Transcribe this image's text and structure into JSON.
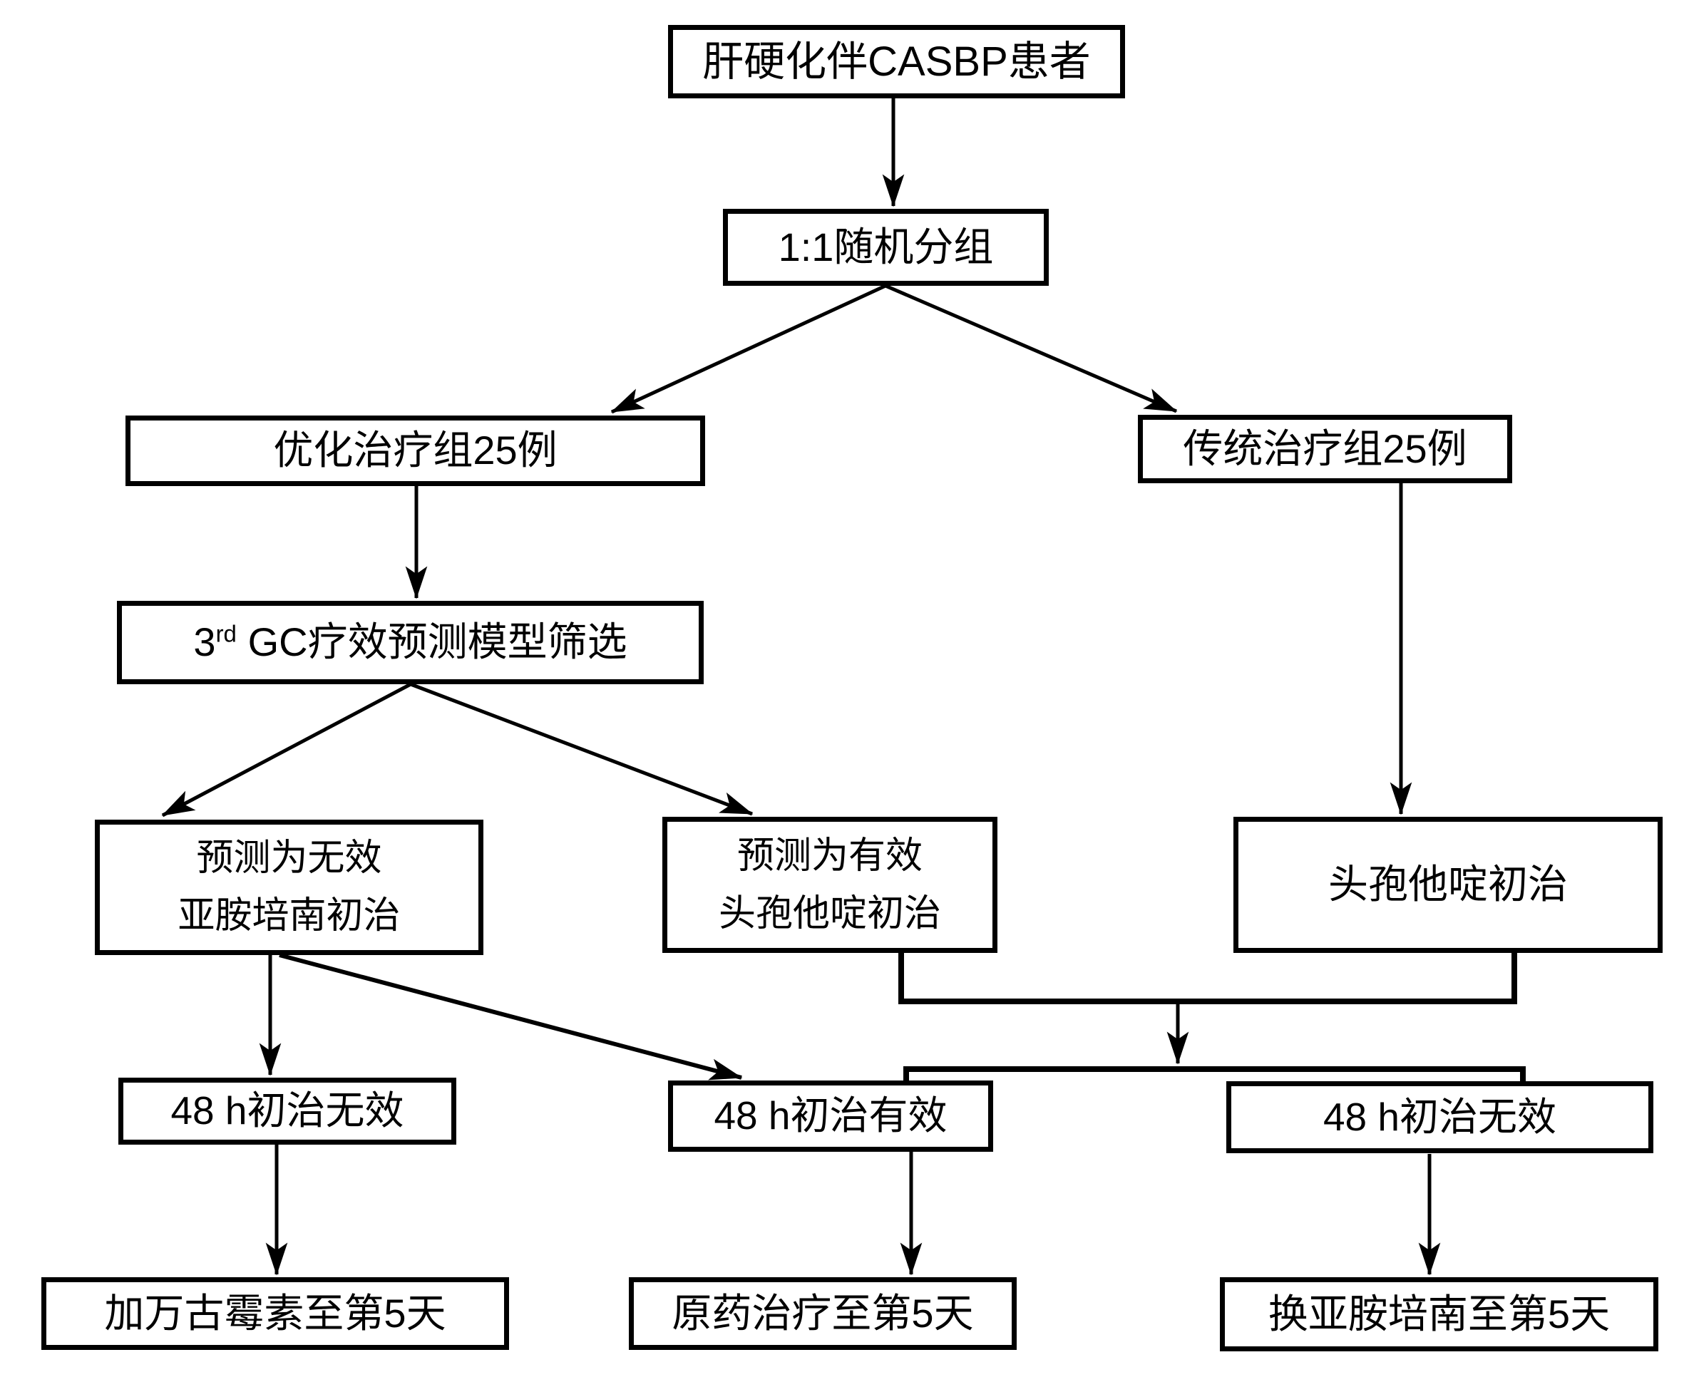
{
  "nodes": {
    "patients": "肝硬化伴CASBP患者",
    "randomize": "1:1随机分组",
    "optimized_group": "优化治疗组25例",
    "traditional_group": "传统治疗组25例",
    "model_prefix": "3",
    "model_sup": "rd",
    "model_rest": "GC疗效预测模型筛选",
    "pred_ineffective_line1": "预测为无效",
    "pred_ineffective_line2": "亚胺培南初治",
    "pred_effective_line1": "预测为有效",
    "pred_effective_line2": "头孢他啶初治",
    "ceftazidime_initial": "头孢他啶初治",
    "h48_ineffective_left": "48 h初治无效",
    "h48_effective": "48 h初治有效",
    "h48_ineffective_right": "48 h初治无效",
    "add_vancomycin": "加万古霉素至第5天",
    "continue_original": "原药治疗至第5天",
    "switch_imipenem": "换亚胺培南至第5天"
  },
  "colors": {
    "line": "#000000",
    "background": "#ffffff",
    "box_background": "#ffffff"
  }
}
